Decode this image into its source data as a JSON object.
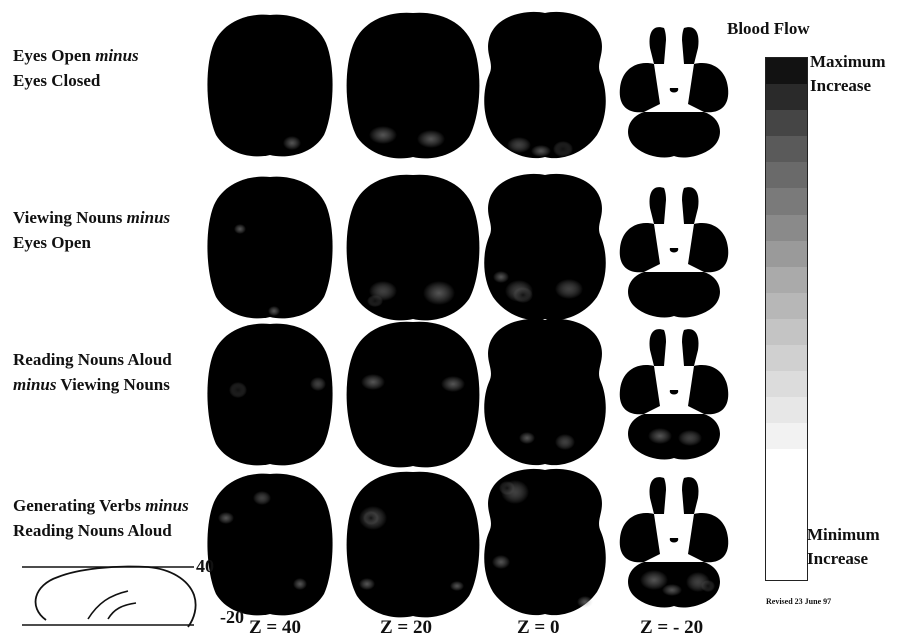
{
  "rows": [
    {
      "line1": "Eyes Open ",
      "line1_em": "minus",
      "line2_em": "",
      "line2": "Eyes Closed"
    },
    {
      "line1": "Viewing Nouns ",
      "line1_em": "minus",
      "line2_em": "",
      "line2": "Eyes Open"
    },
    {
      "line1": "Reading Nouns Aloud",
      "line1_em": "",
      "line2_em": "minus",
      "line2": " Viewing Nouns"
    },
    {
      "line1": "Generating Verbs ",
      "line1_em": "minus",
      "line2_em": "",
      "line2": "Reading Nouns Aloud"
    }
  ],
  "columns": [
    "Z = 40",
    "Z = 20",
    "Z = 0",
    "Z = - 20"
  ],
  "legend": {
    "title": "Blood Flow",
    "max_line1": "Maximum",
    "max_line2": "Increase",
    "min_line1": "Minimum",
    "min_line2": "Increase",
    "colors": [
      "#121212",
      "#2a2a2a",
      "#454545",
      "#5a5a5a",
      "#6a6a6a",
      "#7a7a7a",
      "#8a8a8a",
      "#9a9a9a",
      "#aaaaaa",
      "#b7b7b7",
      "#c4c4c4",
      "#d0d0d0",
      "#dcdcdc",
      "#e7e7e7",
      "#f2f2f2",
      "#ffffff",
      "#ffffff",
      "#ffffff",
      "#ffffff",
      "#ffffff"
    ]
  },
  "inset": {
    "label_top": "40",
    "label_bottom": "-20"
  },
  "revised": "Revised 23 June 97"
}
